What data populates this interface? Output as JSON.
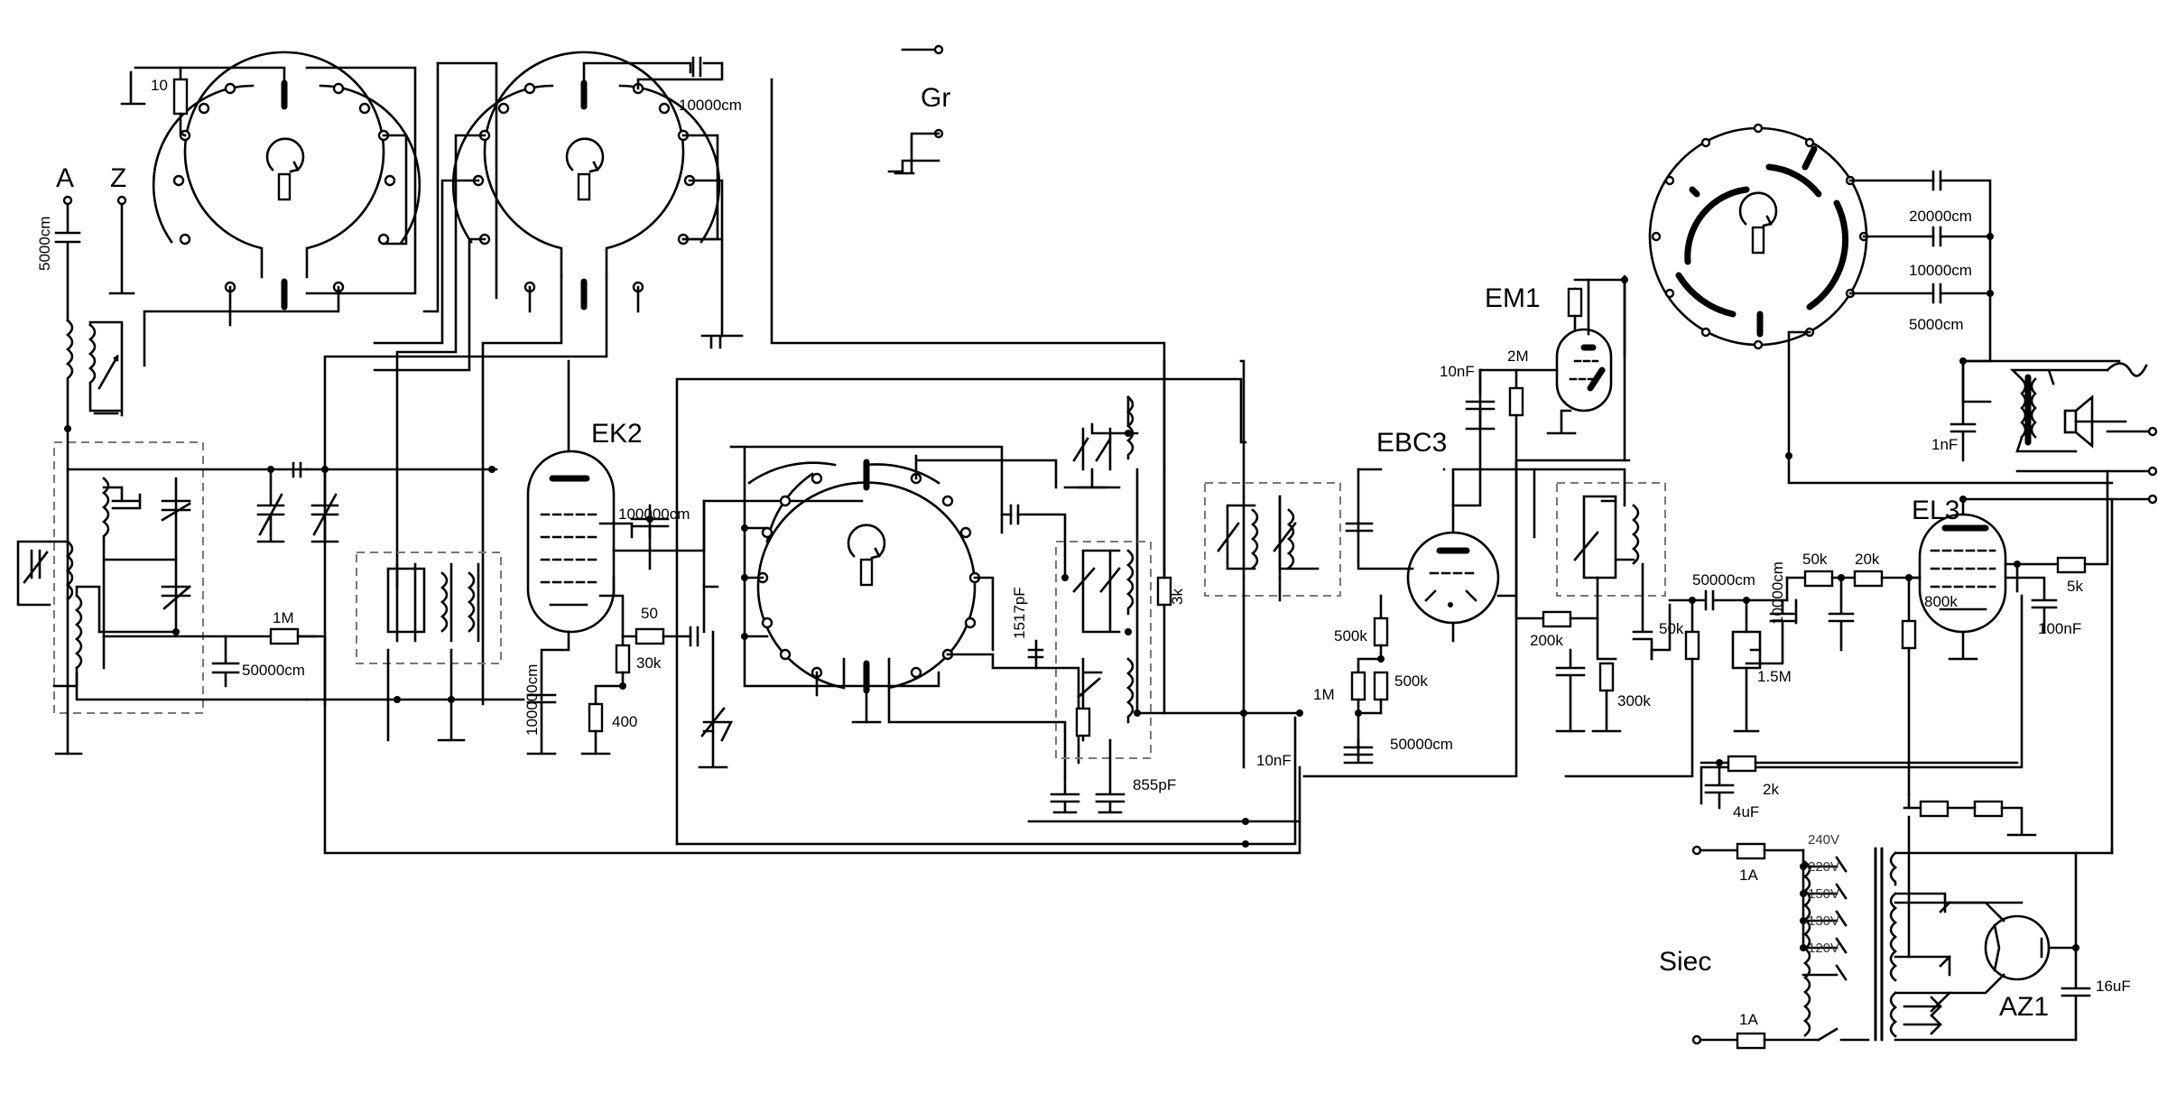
{
  "labels": {
    "antenna": "A",
    "ground": "Z",
    "gramophone": "Gr",
    "mains": "Siec",
    "tube_ek2": "EK2",
    "tube_ebc3": "EBC3",
    "tube_el3": "EL3",
    "tube_em1": "EM1",
    "tube_az1": "AZ1"
  },
  "values": {
    "ant_coupling_cap": "5000cm",
    "r_10": "10",
    "cap_10000cm_top": "10000cm",
    "cap_50000cm_left": "50000cm",
    "r_1m_left": "1M",
    "cap_100000cm_ek2": "100000cm",
    "cap_100000cm_screen": "100000cm",
    "r_50": "50",
    "r_30k": "30k",
    "r_400": "400",
    "cap_1517pf": "1517pF",
    "cap_855pf": "855pF",
    "r_3k": "3k",
    "cap_10nf_mid": "10nF",
    "r_1m_mid": "1M",
    "r_500k_a": "500k",
    "r_500k_b": "500k",
    "cap_50000cm_mid": "50000cm",
    "cap_10nf_em1": "10nF",
    "r_2m": "2M",
    "r_200k": "200k",
    "r_300k": "300k",
    "r_50k_a": "50k",
    "cap_50000cm_r": "50000cm",
    "cap_10000cm_r": "10000cm",
    "r_50k_b": "50k",
    "r_20k": "20k",
    "pot_1_5m": "1.5M",
    "r_800k": "800k",
    "r_5k": "5k",
    "cap_100nf": "100nF",
    "r_2k": "2k",
    "cap_4uf": "4uF",
    "cap_20000cm": "20000cm",
    "cap_10000cm_sw": "10000cm",
    "cap_5000cm_sw": "5000cm",
    "cap_1nf": "1nF",
    "fuse_1": "1A",
    "fuse_2": "1A",
    "cap_16uf": "16uF"
  },
  "taps": [
    "240V",
    "220V",
    "150V",
    "130V",
    "120V"
  ]
}
